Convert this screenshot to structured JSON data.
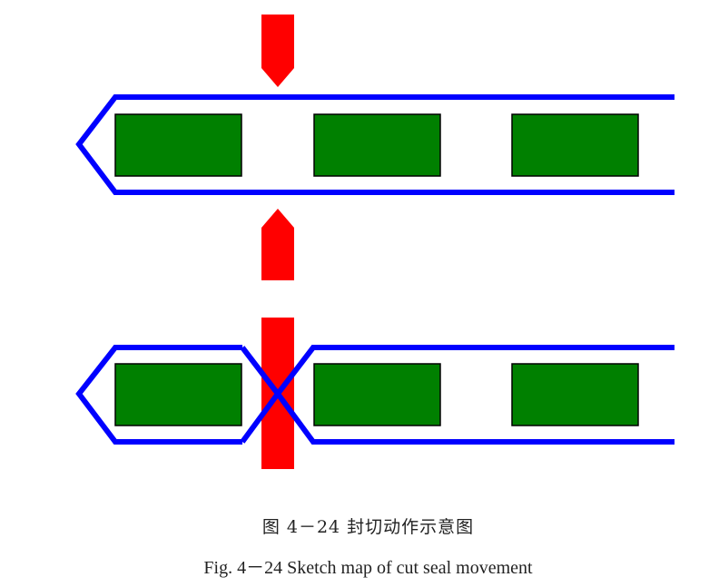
{
  "figure": {
    "caption_cn": "图 4－24 封切动作示意图",
    "caption_en": "Fig. 4－24 Sketch map of cut seal movement"
  },
  "colors": {
    "film": "#0000ff",
    "product": "#008000",
    "product_border": "#000000",
    "cutter": "#ff0000",
    "background": "#ffffff"
  },
  "stages": [
    {
      "name": "before-cut",
      "products": 3,
      "cutters": "open"
    },
    {
      "name": "cut-seal",
      "products": 3,
      "cutters": "closed"
    }
  ]
}
